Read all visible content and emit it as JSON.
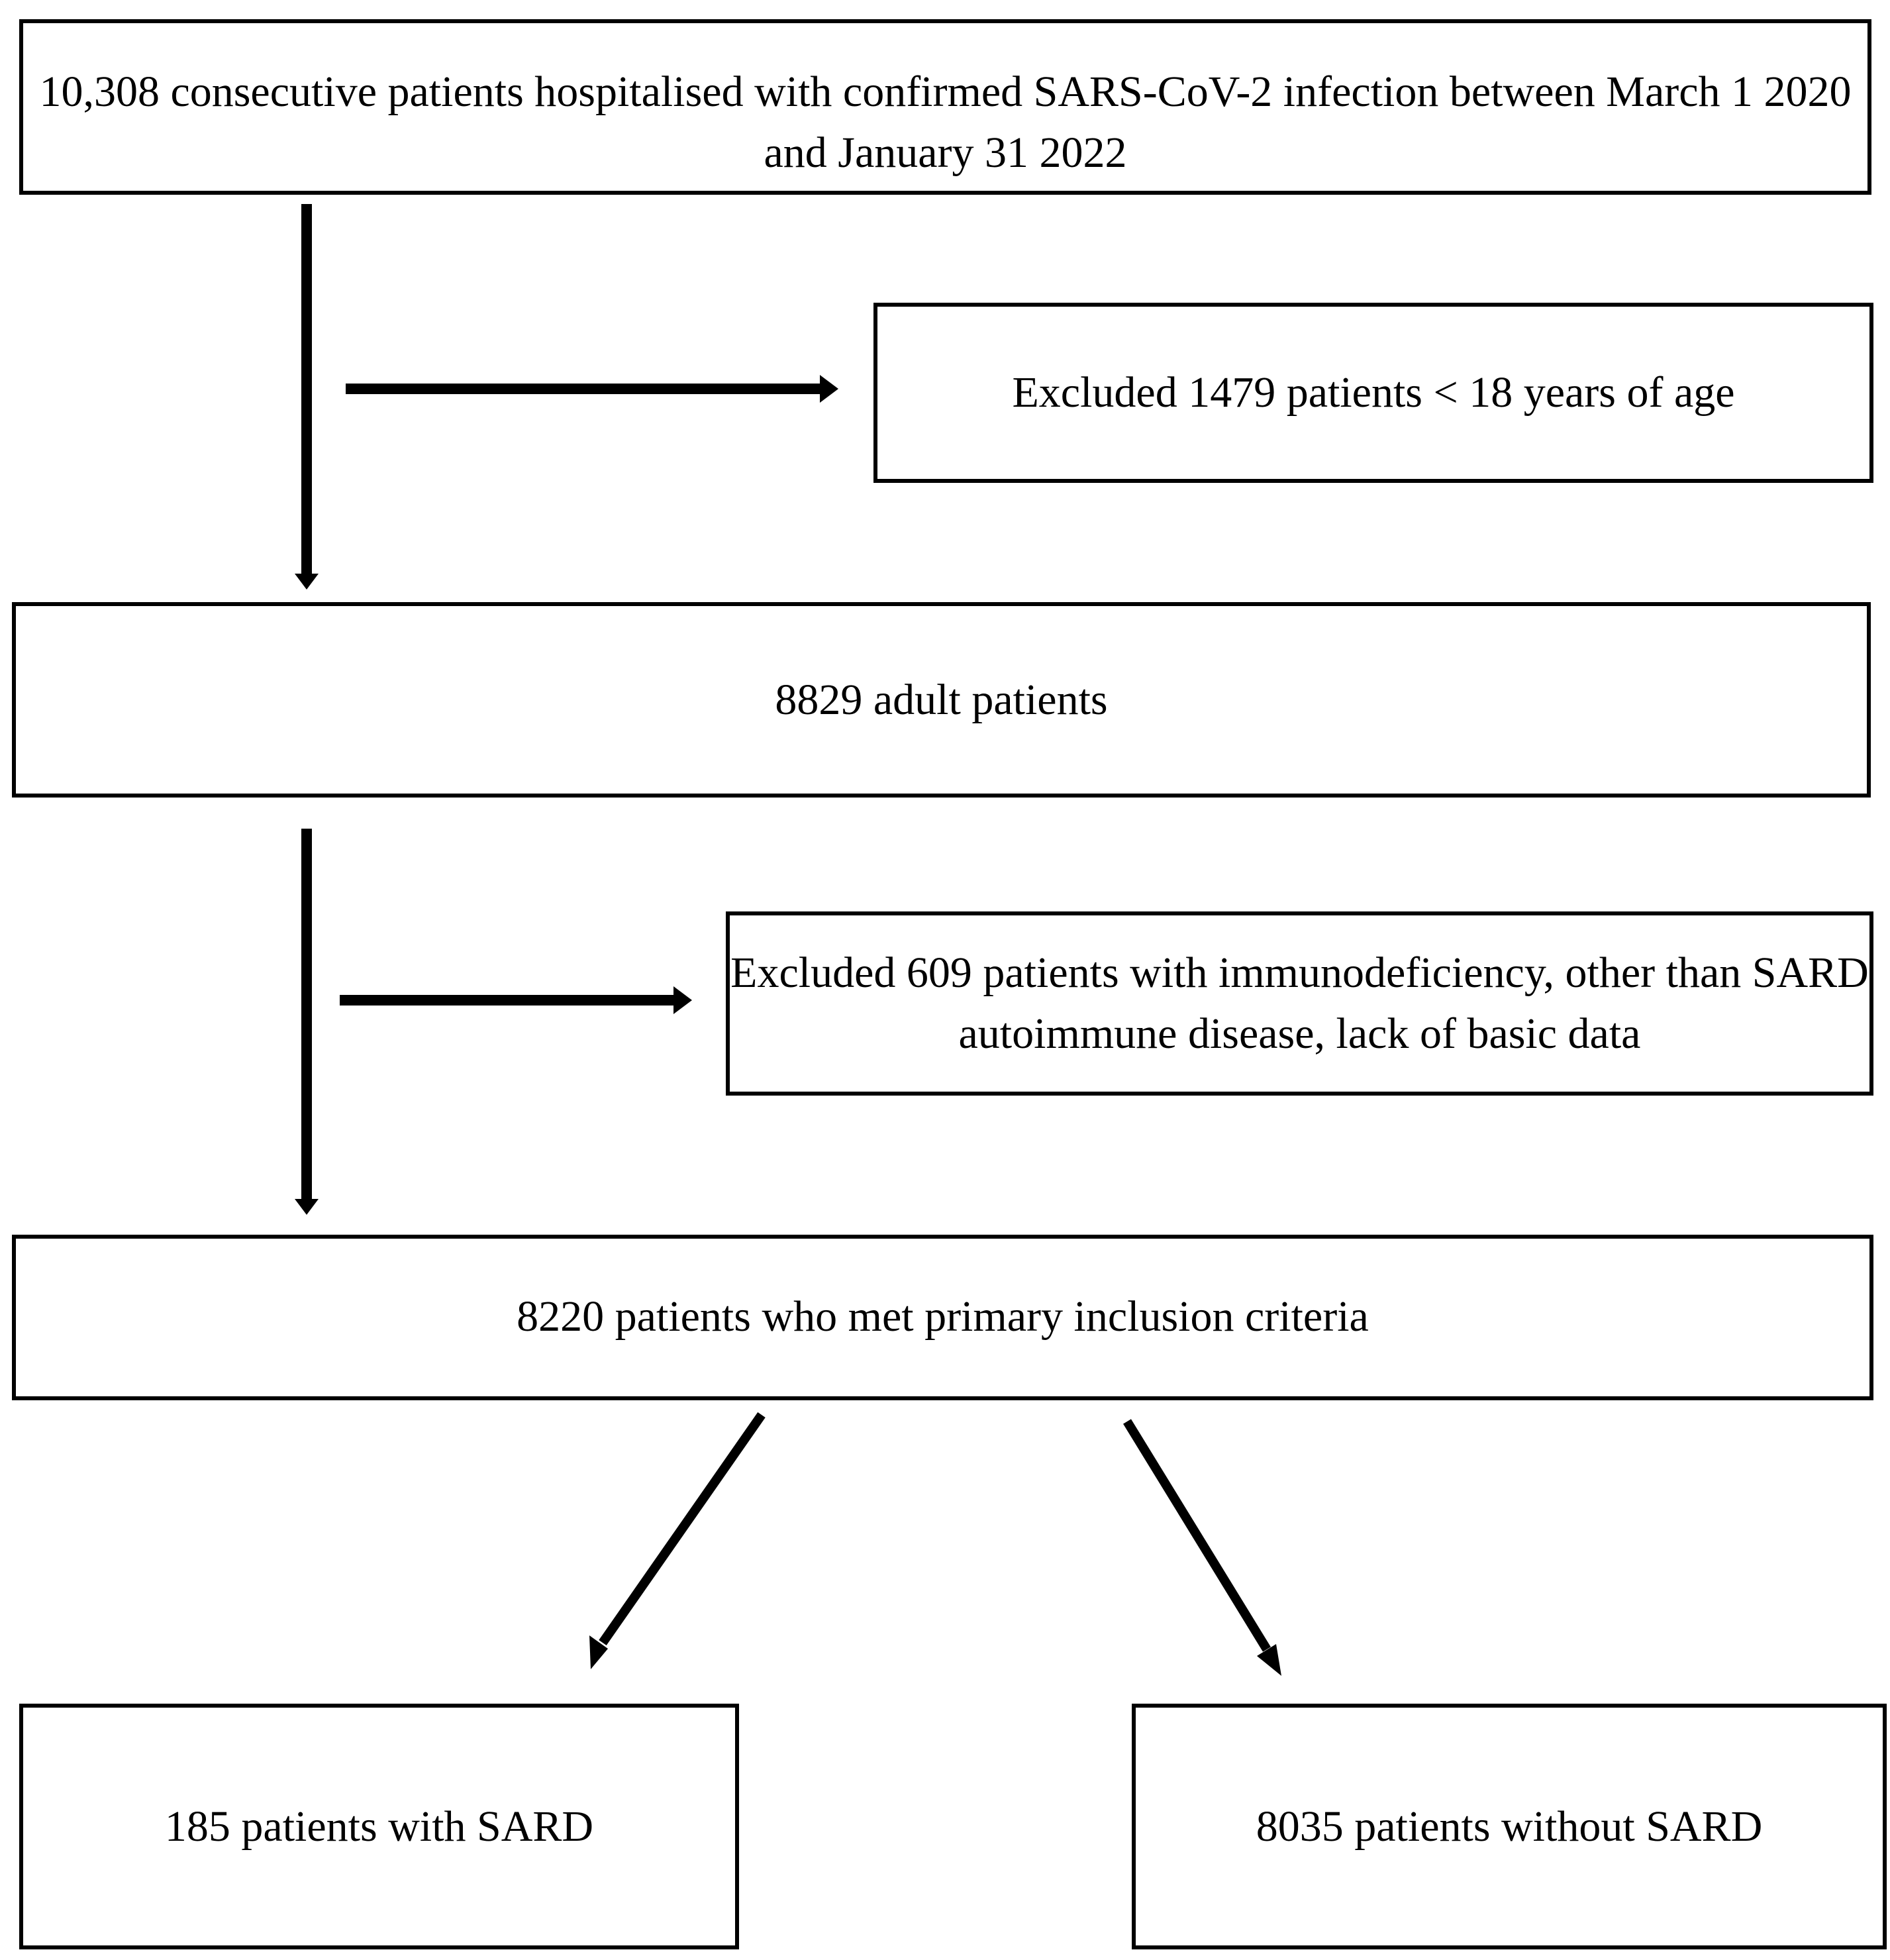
{
  "flowchart": {
    "start": "10,308 consecutive patients hospitalised with confirmed SARS-CoV-2 infection between March 1 2020 and January 31 2022",
    "exclusion_age": "Excluded 1479 patients < 18 years of age",
    "adults": "8829 adult patients",
    "exclusion_other": "Excluded 609 patients with immunodeficiency, other than SARD autoimmune disease, lack of basic data",
    "included": "8220 patients who met primary inclusion criteria",
    "with_sard": "185 patients with SARD",
    "without_sard": "8035 patients without SARD"
  },
  "colors": {
    "line": "#000000",
    "background": "#ffffff"
  }
}
